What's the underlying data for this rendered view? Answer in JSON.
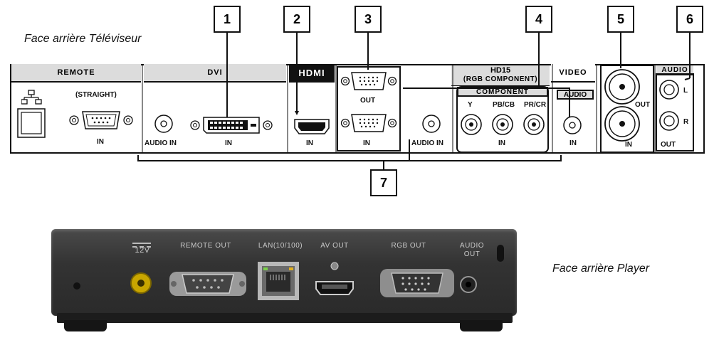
{
  "captions": {
    "tv": "Face arrière Téléviseur",
    "player": "Face arrière Player"
  },
  "callouts": [
    "1",
    "2",
    "3",
    "4",
    "5",
    "6",
    "7"
  ],
  "tv_panel": {
    "sections": {
      "remote": "REMOTE",
      "dvi": "DVI",
      "hdmi": "HDMI",
      "hd15": "HD15",
      "hd15_sub": "(RGB COMPONENT)",
      "component": "COMPONENT",
      "video": "VIDEO",
      "audio_small": "AUDIO",
      "audio_right": "AUDIO"
    },
    "labels": {
      "straight": "(STRAIGHT)",
      "remote_in": "IN",
      "audio_in_dvi": "AUDIO IN",
      "dvi_in": "IN",
      "hdmi_in": "IN",
      "rgb_out": "OUT",
      "rgb_in": "IN",
      "audio_in_rgb": "AUDIO IN",
      "comp_y": "Y",
      "comp_pb": "PB/CB",
      "comp_pr": "PR/CR",
      "comp_in": "IN",
      "video_audio_in": "IN",
      "bnc_out": "OUT",
      "bnc_in": "IN",
      "audio_l": "L",
      "audio_r": "R",
      "audio_out": "OUT"
    }
  },
  "player_panel": {
    "labels": {
      "dc": "12V",
      "remote_out": "REMOTE OUT",
      "lan": "LAN(10/100)",
      "av_out": "AV OUT",
      "rgb_out": "RGB OUT",
      "audio_out_1": "AUDIO",
      "audio_out_2": "OUT"
    }
  }
}
